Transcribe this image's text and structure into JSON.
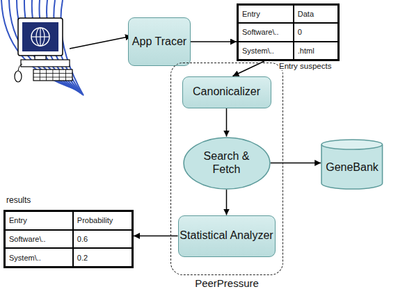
{
  "diagram": {
    "nodes": [
      {
        "text": [
          "App Tracer"
        ]
      },
      {
        "text": [
          "Entry",
          "Data",
          "Software\\..",
          "0",
          "System\\..",
          ".html"
        ]
      },
      {
        "text": [
          "PeerPressure"
        ]
      },
      {
        "text": [
          "Canonicalizer"
        ],
        "in": 2
      },
      {
        "text": [
          "Search & Fetch"
        ],
        "in": 2
      },
      {
        "text": [
          "GeneBank"
        ]
      },
      {
        "text": [
          "Statistical Analyzer"
        ],
        "in": 2
      },
      {
        "text": [
          "results",
          "Entry",
          "Probability",
          "Software\\..",
          "0.6",
          "System\\..",
          "0.2"
        ]
      }
    ],
    "edges": [
      {
        "from": 0,
        "to": 1,
        "arrow": "to"
      },
      {
        "from": 1,
        "to": 3,
        "arrow": "to"
      },
      {
        "from": 3,
        "to": 4,
        "arrow": "to"
      },
      {
        "from": 4,
        "to": 5,
        "arrow": "to"
      },
      {
        "from": 4,
        "to": 6,
        "arrow": "to"
      },
      {
        "from": 6,
        "to": 7,
        "arrow": "to"
      }
    ],
    "labels": [
      "Entry suspects"
    ]
  }
}
